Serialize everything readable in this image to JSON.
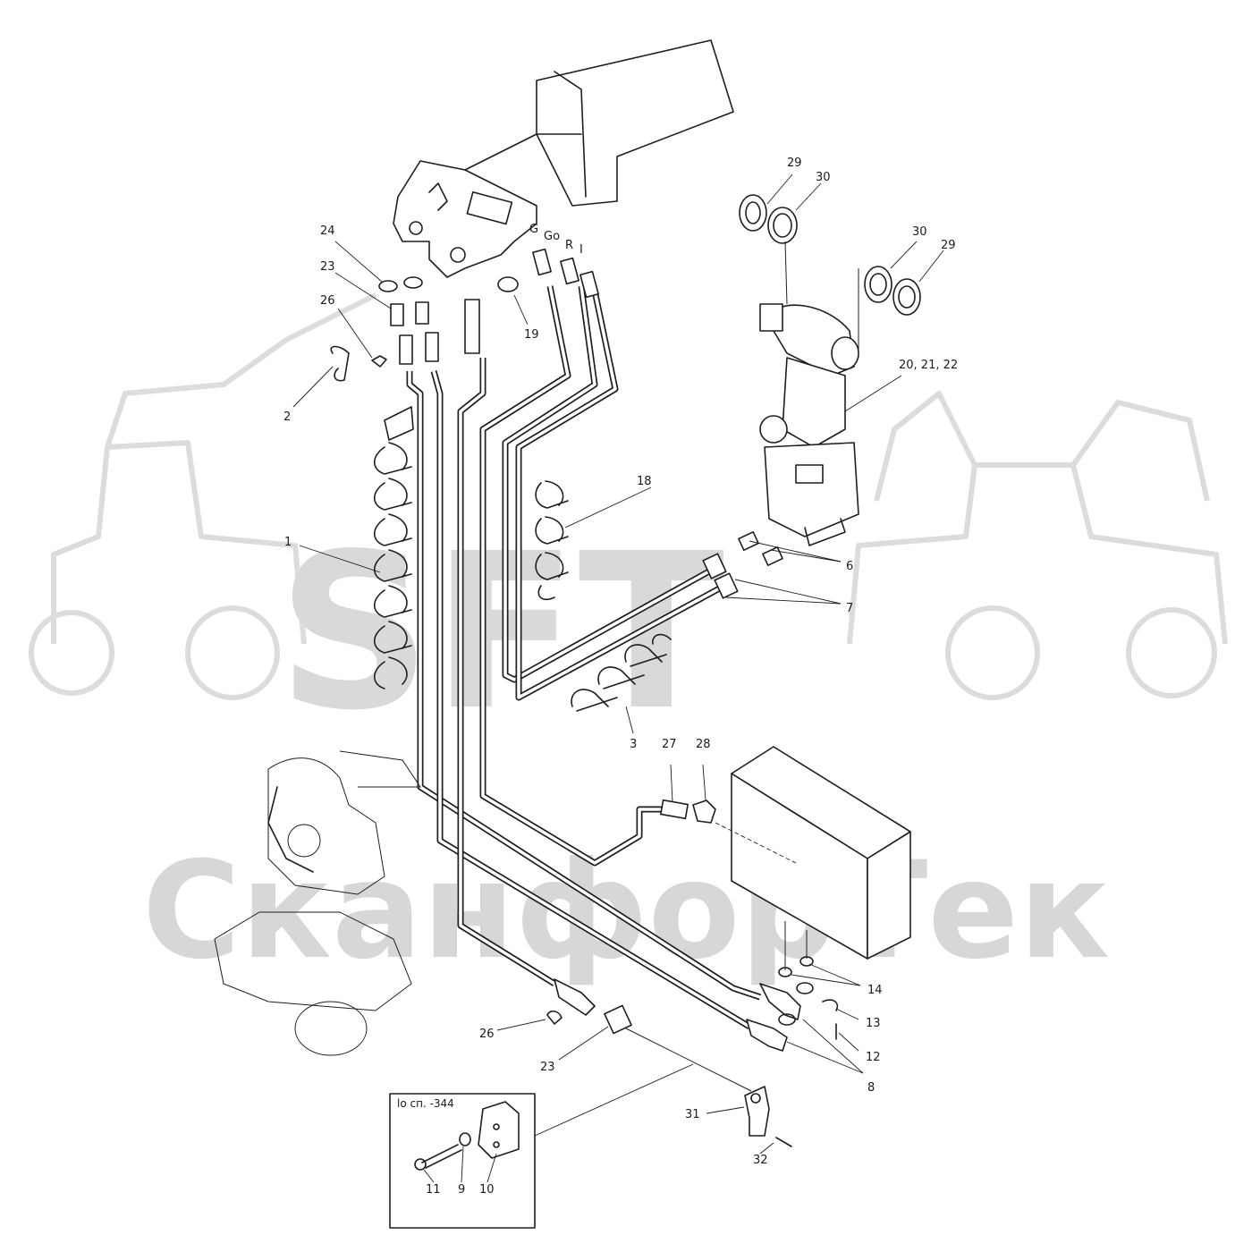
{
  "watermark": {
    "logo_text": "SFT",
    "company_text": "СканфорТек",
    "color": "#d9d9d9"
  },
  "part_labels": {
    "p1": "1",
    "p2": "2",
    "p3": "3",
    "p6": "6",
    "p7": "7",
    "p8": "8",
    "p12": "12",
    "p13": "13",
    "p14": "14",
    "p18": "18",
    "p19": "19",
    "p20_22": "20, 21, 22",
    "p23_top": "23",
    "p23_bottom": "23",
    "p24": "24",
    "p26_top": "26",
    "p26_bottom": "26",
    "p27": "27",
    "p28": "28",
    "p29_top": "29",
    "p29_right": "29",
    "p30_top": "30",
    "p30_right": "30",
    "p31": "31",
    "p32": "32",
    "p9": "9",
    "p10": "10",
    "p11": "11"
  },
  "hose_port_labels": [
    "G",
    "Go",
    "R",
    "I"
  ],
  "inset": {
    "title": "lo сп. -344"
  },
  "colors": {
    "ink": "#1e1e1e",
    "background": "#ffffff"
  }
}
